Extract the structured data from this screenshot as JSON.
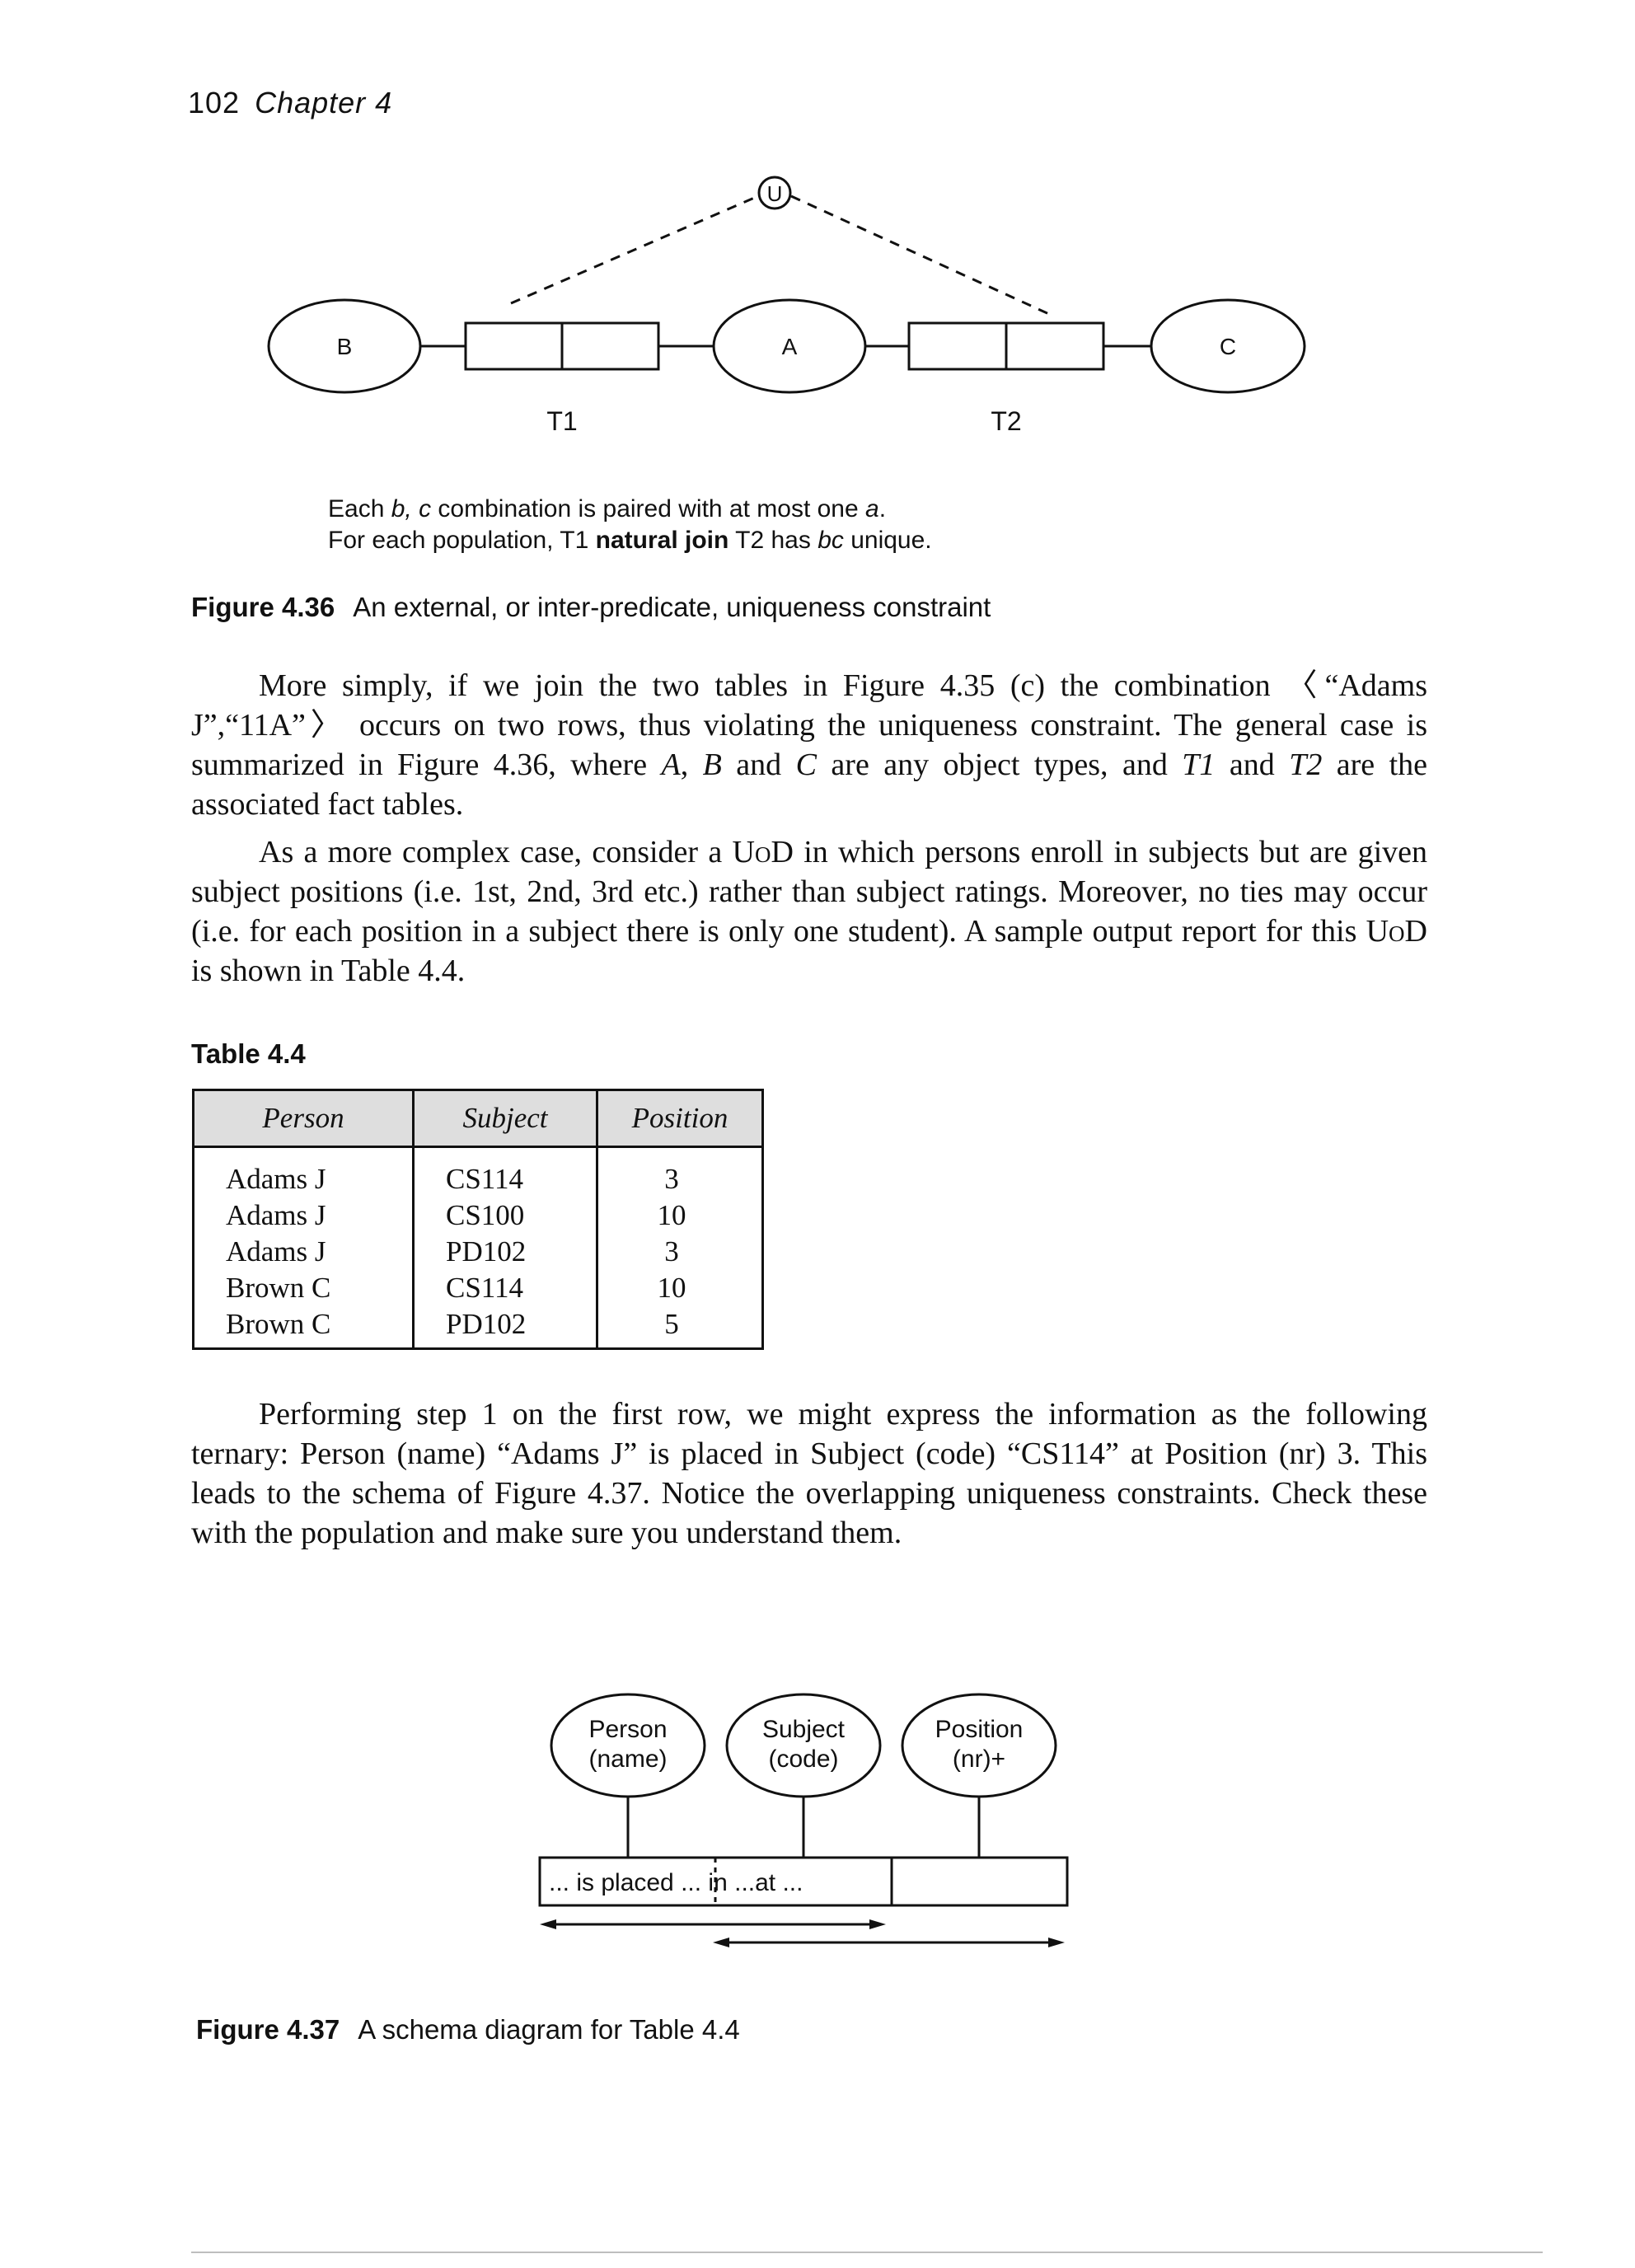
{
  "running_head": {
    "page": "102",
    "chapter": "Chapter 4"
  },
  "fig436": {
    "u_label": "U",
    "nodes": [
      "B",
      "A",
      "C"
    ],
    "fact_labels": [
      "T1",
      "T2"
    ],
    "note_line1": [
      "Each ",
      "b, c",
      " combination is paired with at most one ",
      "a",
      "."
    ],
    "note_line2": [
      "For each population, T1 ",
      "natural join",
      " T2 has ",
      "bc",
      " unique."
    ],
    "caption_num": "Figure 4.36",
    "caption_text": "An external, or inter-predicate, uniqueness constraint"
  },
  "para1": [
    "More simply, if we join the two tables in Figure 4.35 (c) the combination 〈“Adams J”,“11A”〉 occurs on two rows, thus violating the uniqueness constraint. The general case is summarized in Figure 4.36, where ",
    "A",
    ", ",
    "B",
    " and ",
    "C",
    " are any object types, and ",
    "T1",
    " and ",
    "T2",
    " are the associated fact tables."
  ],
  "para2": [
    "As a more complex case, consider a ",
    "UoD",
    " in which persons enroll in subjects but are given subject positions (i.e. 1st, 2nd, 3rd etc.) rather than subject ratings. Moreover, no ties may occur (i.e. for each position in a subject there is only one student). A sample output report for this ",
    "UoD",
    " is shown in Table 4.4."
  ],
  "table": {
    "title": "Table 4.4",
    "headers": [
      "Person",
      "Subject",
      "Position"
    ],
    "rows": [
      [
        "Adams J",
        "CS114",
        "3"
      ],
      [
        "Adams J",
        "CS100",
        "10"
      ],
      [
        "Adams J",
        "PD102",
        "3"
      ],
      [
        "Brown C",
        "CS114",
        "10"
      ],
      [
        "Brown C",
        "PD102",
        "5"
      ]
    ]
  },
  "para3": "Performing step 1 on the first row, we might express the information as the following ternary: Person (name) “Adams J” is placed in Subject (code) “CS114” at Position (nr) 3. This leads to the schema of Figure 4.37. Notice the overlapping uniqueness constraints. Check these with the population and make sure you understand them.",
  "fig437": {
    "entities": [
      {
        "name": "Person",
        "ref": "(name)"
      },
      {
        "name": "Subject",
        "ref": "(code)"
      },
      {
        "name": "Position",
        "ref": "(nr)+"
      }
    ],
    "predicate": "... is placed ... in ...at ...",
    "caption_num": "Figure 4.37",
    "caption_text": "A schema diagram for Table 4.4"
  }
}
